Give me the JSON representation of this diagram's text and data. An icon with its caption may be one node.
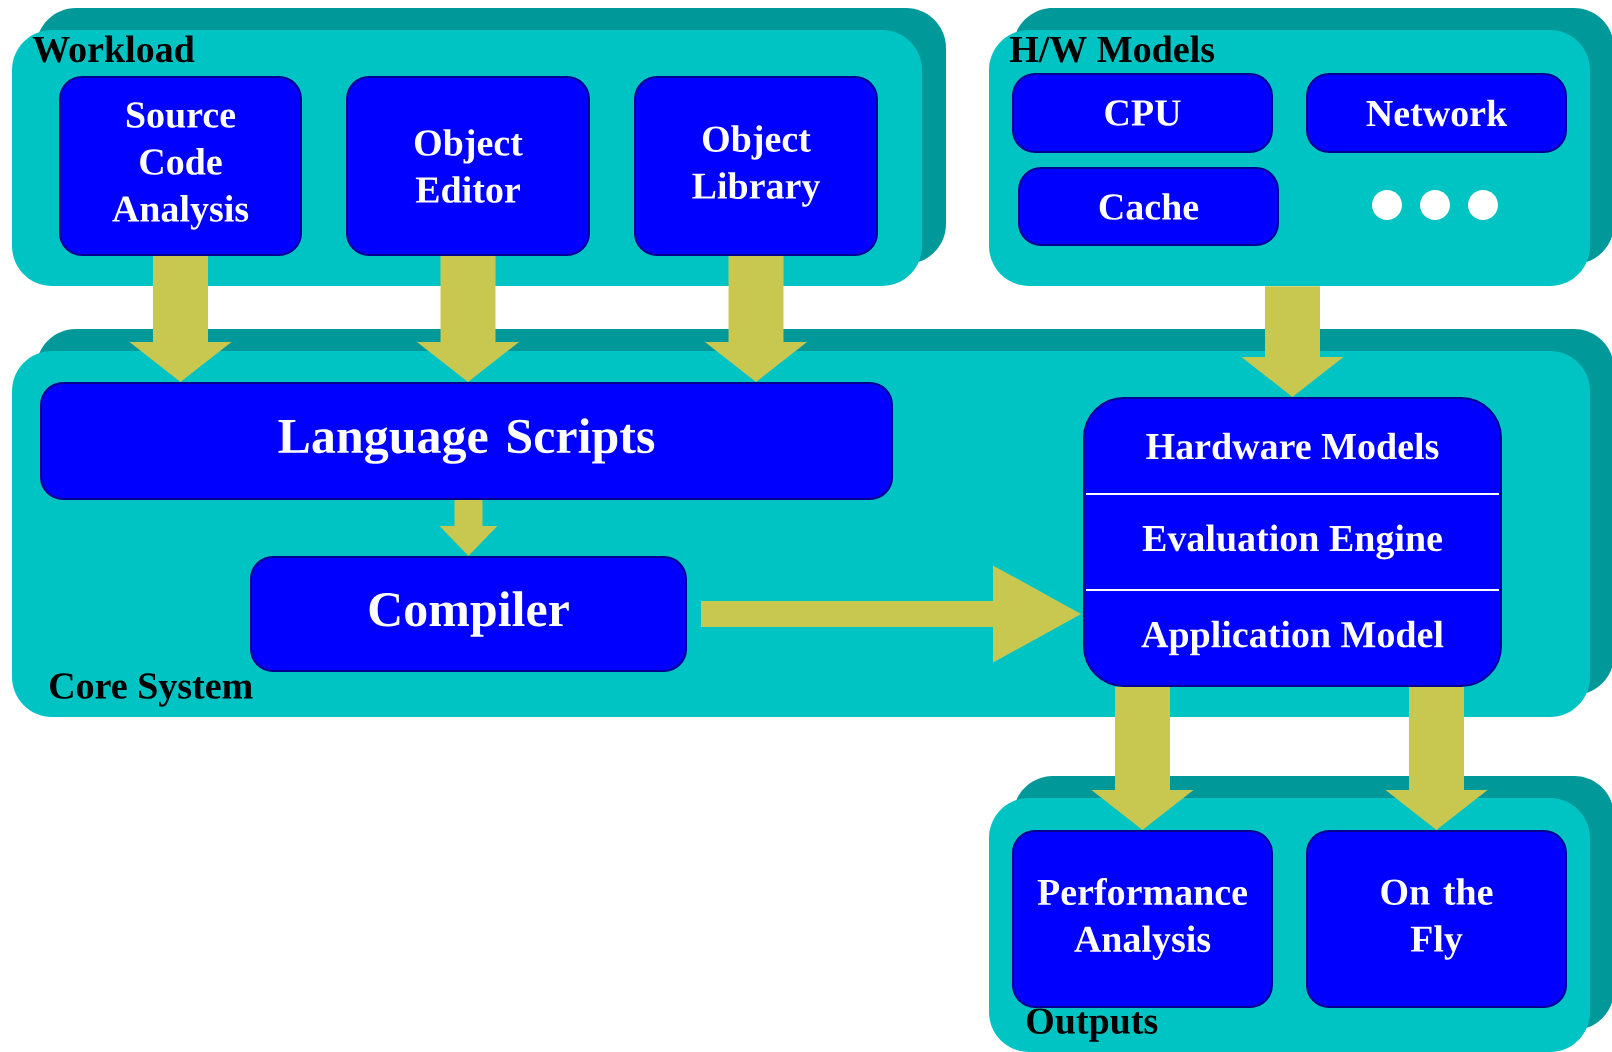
{
  "diagram": {
    "nodes": [
      {
        "text": [
          "Workload"
        ]
      },
      {
        "text": [
          "Source Code Analysis"
        ],
        "in": 0
      },
      {
        "text": [
          "Object Editor"
        ],
        "in": 0
      },
      {
        "text": [
          "Object Library"
        ],
        "in": 0
      },
      {
        "text": [
          "H/W Models"
        ]
      },
      {
        "text": [
          "CPU"
        ],
        "in": 4
      },
      {
        "text": [
          "Network"
        ],
        "in": 4
      },
      {
        "text": [
          "Cache"
        ],
        "in": 4
      },
      {
        "text": [
          "Core System"
        ]
      },
      {
        "text": [
          "Language Scripts"
        ],
        "in": 8
      },
      {
        "text": [
          "Compiler"
        ],
        "in": 8
      },
      {
        "text": [
          "Hardware Models",
          "Evaluation Engine",
          "Application Model"
        ],
        "in": 8
      },
      {
        "text": [
          "Outputs"
        ]
      },
      {
        "text": [
          "Performance Analysis"
        ],
        "in": 12
      },
      {
        "text": [
          "On the Fly"
        ],
        "in": 12
      }
    ],
    "edges": [
      {
        "from": 1,
        "to": 9,
        "arrow": "to"
      },
      {
        "from": 2,
        "to": 9,
        "arrow": "to"
      },
      {
        "from": 3,
        "to": 9,
        "arrow": "to"
      },
      {
        "from": 4,
        "to": 11,
        "arrow": "to"
      },
      {
        "from": 9,
        "to": 10,
        "arrow": "to"
      },
      {
        "from": 10,
        "to": 11,
        "arrow": "to"
      },
      {
        "from": 11,
        "to": 13,
        "arrow": "to"
      },
      {
        "from": 11,
        "to": 14,
        "arrow": "to"
      }
    ]
  }
}
